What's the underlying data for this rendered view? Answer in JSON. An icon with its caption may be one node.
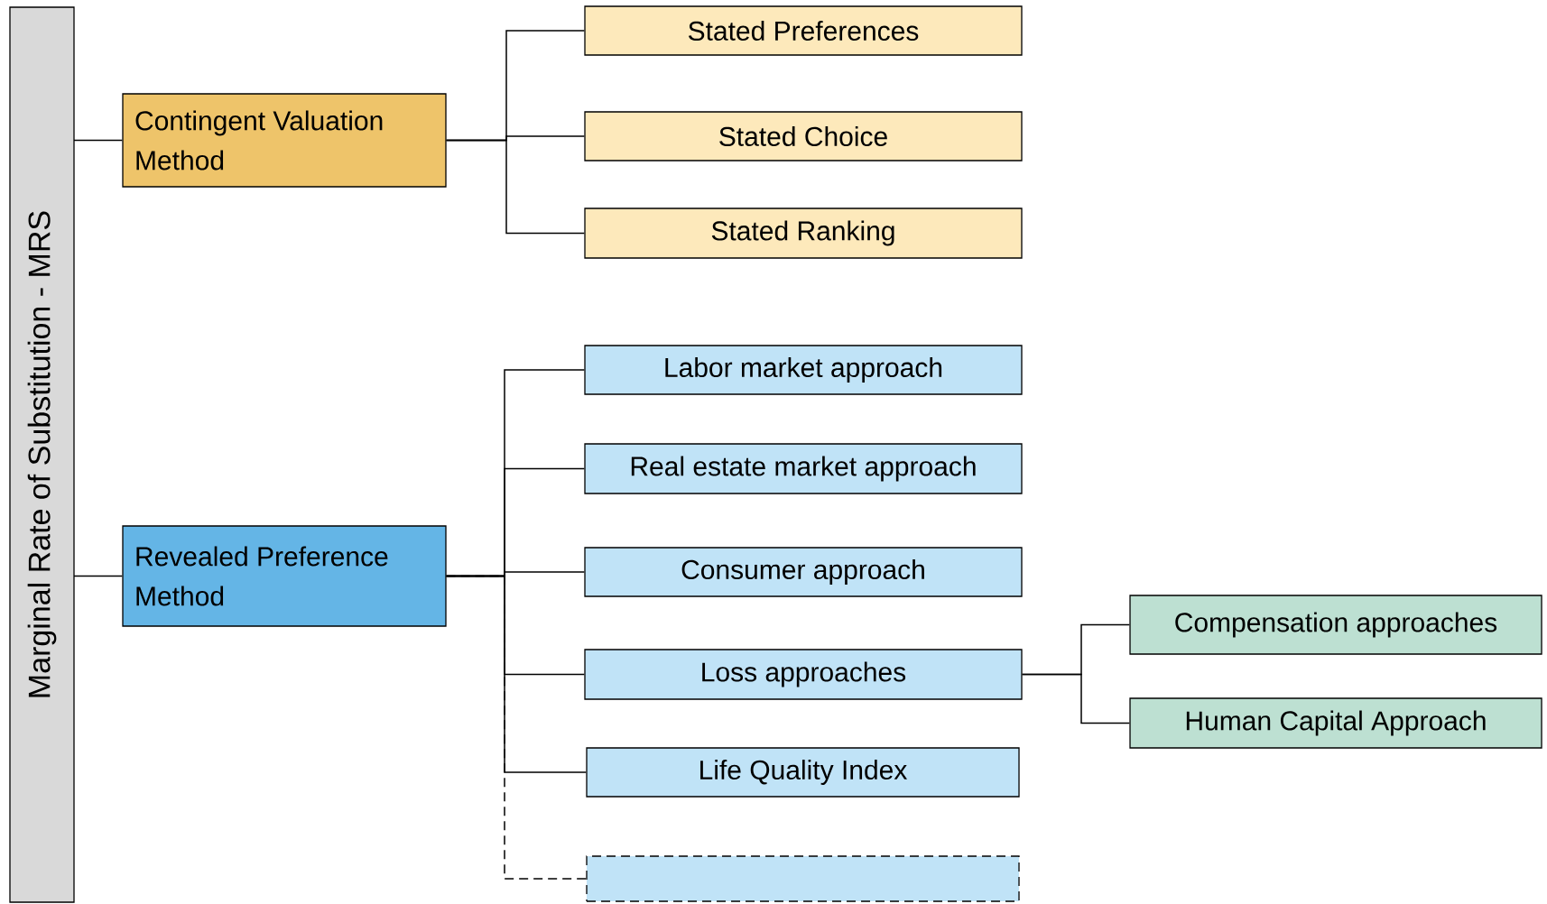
{
  "diagram": {
    "nodes": [
      {
        "text": [
          "Marginal Rate of Substitution - MRS"
        ]
      },
      {
        "text": [
          "Contingent Valuation Method"
        ]
      },
      {
        "text": [
          "Stated Preferences"
        ]
      },
      {
        "text": [
          "Stated Choice"
        ]
      },
      {
        "text": [
          "Stated Ranking"
        ]
      },
      {
        "text": [
          "Revealed Preference Method"
        ]
      },
      {
        "text": [
          "Labor market approach"
        ]
      },
      {
        "text": [
          "Real estate market approach"
        ]
      },
      {
        "text": [
          "Consumer approach"
        ]
      },
      {
        "text": [
          "Loss approaches"
        ]
      },
      {
        "text": [
          "Life Quality Index"
        ]
      },
      {
        "text": [],
        "shape": "box"
      },
      {
        "text": [
          "Compensation approaches"
        ]
      },
      {
        "text": [
          "Human Capital Approach"
        ]
      }
    ],
    "edges": [
      {
        "from": 0,
        "to": 1,
        "arrow": "none"
      },
      {
        "from": 0,
        "to": 5,
        "arrow": "none"
      },
      {
        "from": 1,
        "to": 2,
        "arrow": "none"
      },
      {
        "from": 1,
        "to": 3,
        "arrow": "none"
      },
      {
        "from": 1,
        "to": 4,
        "arrow": "none"
      },
      {
        "from": 5,
        "to": 6,
        "arrow": "none"
      },
      {
        "from": 5,
        "to": 7,
        "arrow": "none"
      },
      {
        "from": 5,
        "to": 8,
        "arrow": "none"
      },
      {
        "from": 5,
        "to": 9,
        "arrow": "none"
      },
      {
        "from": 5,
        "to": 10,
        "arrow": "none"
      },
      {
        "from": 5,
        "to": 11,
        "arrow": "none",
        "style": "dashed"
      },
      {
        "from": 9,
        "to": 12,
        "arrow": "none"
      },
      {
        "from": 9,
        "to": 13,
        "arrow": "none"
      }
    ]
  }
}
